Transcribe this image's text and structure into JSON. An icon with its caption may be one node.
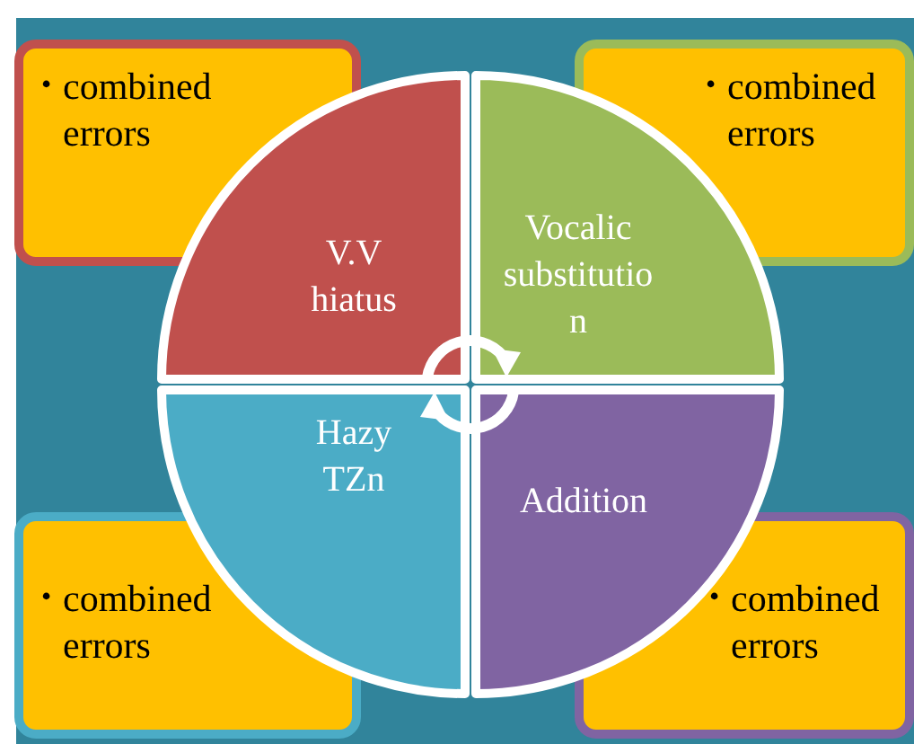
{
  "diagram": {
    "nodes": [
      {
        "text": [
          "•",
          "combined errors"
        ]
      },
      {
        "text": [
          "•",
          "combined errors"
        ]
      },
      {
        "text": [
          "V.V hiatus"
        ]
      },
      {
        "text": [
          "Vocalic substitution"
        ]
      },
      {
        "text": [
          "Hazy TZn"
        ]
      },
      {
        "text": [
          "Addition"
        ]
      },
      {
        "text": [
          "•",
          "combined errors"
        ]
      },
      {
        "text": [
          "•",
          "combined errors"
        ]
      }
    ]
  }
}
